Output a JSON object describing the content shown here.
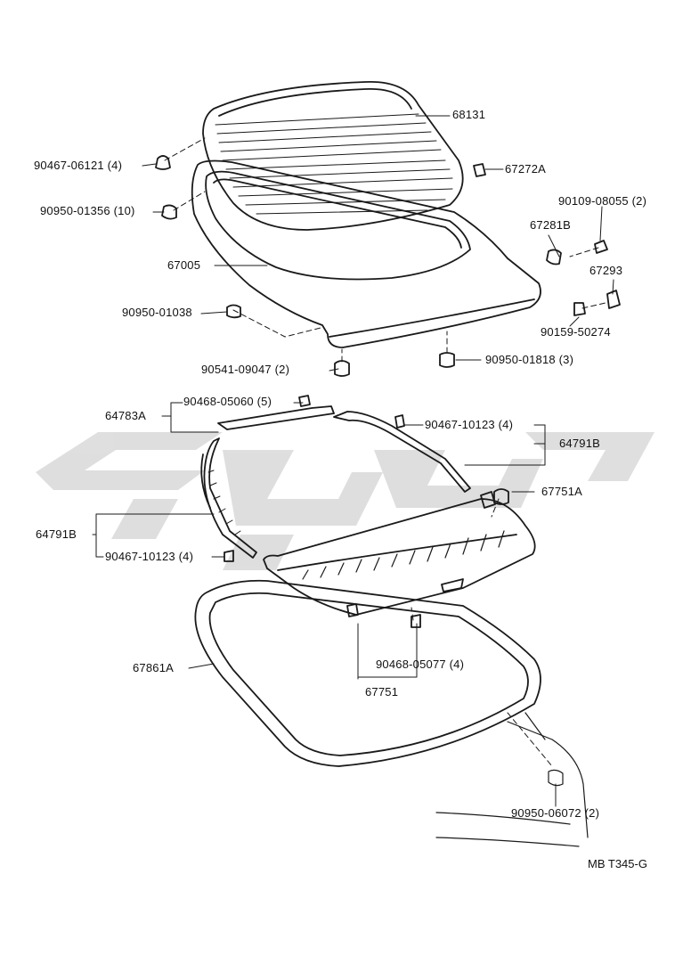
{
  "diagram_ref": "MB T345-G",
  "parts": [
    {
      "id": "p68131",
      "code": "68131"
    },
    {
      "id": "p67272A",
      "code": "67272A"
    },
    {
      "id": "p90467_06121",
      "code": "90467-06121",
      "qty": "(4)"
    },
    {
      "id": "p90950_01356",
      "code": "90950-01356",
      "qty": "(10)"
    },
    {
      "id": "p90109_08055",
      "code": "90109-08055",
      "qty": "(2)"
    },
    {
      "id": "p67281B",
      "code": "67281B"
    },
    {
      "id": "p67293",
      "code": "67293"
    },
    {
      "id": "p67005",
      "code": "67005"
    },
    {
      "id": "p90950_01038",
      "code": "90950-01038"
    },
    {
      "id": "p90159_50274",
      "code": "90159-50274"
    },
    {
      "id": "p90541_09047",
      "code": "90541-09047",
      "qty": "(2)"
    },
    {
      "id": "p90950_01818",
      "code": "90950-01818",
      "qty": "(3)"
    },
    {
      "id": "p90468_05060",
      "code": "90468-05060",
      "qty": "(5)"
    },
    {
      "id": "p64783A",
      "code": "64783A"
    },
    {
      "id": "p90467_10123a",
      "code": "90467-10123",
      "qty": "(4)"
    },
    {
      "id": "p64791B_right",
      "code": "64791B"
    },
    {
      "id": "p67751A",
      "code": "67751A"
    },
    {
      "id": "p64791B_left",
      "code": "64791B"
    },
    {
      "id": "p90467_10123b",
      "code": "90467-10123",
      "qty": "(4)"
    },
    {
      "id": "p67861A",
      "code": "67861A"
    },
    {
      "id": "p90468_05077",
      "code": "90468-05077",
      "qty": "(4)"
    },
    {
      "id": "p67751",
      "code": "67751"
    },
    {
      "id": "p90950_06072",
      "code": "90950-06072",
      "qty": "(2)"
    }
  ]
}
